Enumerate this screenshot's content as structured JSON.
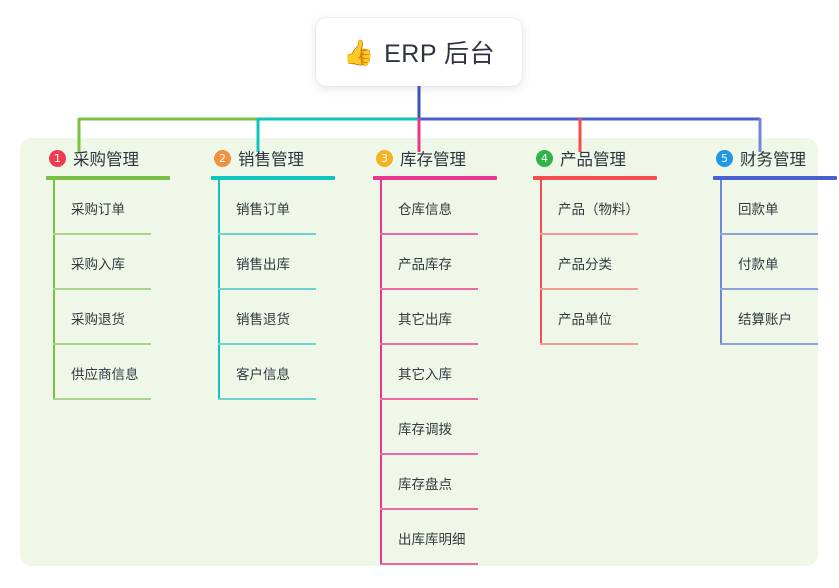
{
  "root": {
    "icon": "thumbs-up-icon",
    "emoji": "👍",
    "title": "ERP 后台"
  },
  "colors": {
    "panel_bg": "#eef7e8",
    "page_bg": "#ffffff",
    "root_stem": "#3f51b5",
    "bus_left": "#7cc043",
    "bus_mid": "#0fc5c0",
    "bus_right": "#4a5fd0"
  },
  "columns": [
    {
      "index": "1",
      "title": "采购管理",
      "badge_color": "#ef3b51",
      "accent": "#7cc043",
      "leaf_line": "#a9d48a",
      "drop_color": "#7cc043",
      "items": [
        {
          "label": "采购订单"
        },
        {
          "label": "采购入库"
        },
        {
          "label": "采购退货"
        },
        {
          "label": "供应商信息"
        }
      ]
    },
    {
      "index": "2",
      "title": "销售管理",
      "badge_color": "#f0913f",
      "accent": "#0fc5c0",
      "leaf_line": "#6dd3cd",
      "drop_color": "#0fc5c0",
      "items": [
        {
          "label": "销售订单"
        },
        {
          "label": "销售出库"
        },
        {
          "label": "销售退货"
        },
        {
          "label": "客户信息"
        }
      ]
    },
    {
      "index": "3",
      "title": "库存管理",
      "badge_color": "#f5b324",
      "accent": "#e8368f",
      "leaf_line": "#ea6aa6",
      "drop_color": "#e8368f",
      "items": [
        {
          "label": "仓库信息"
        },
        {
          "label": "产品库存"
        },
        {
          "label": "其它出库"
        },
        {
          "label": "其它入库"
        },
        {
          "label": "库存调拨"
        },
        {
          "label": "库存盘点"
        },
        {
          "label": "出库库明细"
        }
      ]
    },
    {
      "index": "4",
      "title": "产品管理",
      "badge_color": "#2fb344",
      "accent": "#f74c4c",
      "leaf_line": "#f39a94",
      "drop_color": "#f74c4c",
      "items": [
        {
          "label": "产品（物料）"
        },
        {
          "label": "产品分类"
        },
        {
          "label": "产品单位"
        }
      ]
    },
    {
      "index": "5",
      "title": "财务管理",
      "badge_color": "#2196e3",
      "accent": "#4a5fd0",
      "leaf_line": "#8da2da",
      "drop_color": "#6f87d8",
      "items": [
        {
          "label": "回款单"
        },
        {
          "label": "付款单"
        },
        {
          "label": "结算账户"
        }
      ]
    }
  ]
}
